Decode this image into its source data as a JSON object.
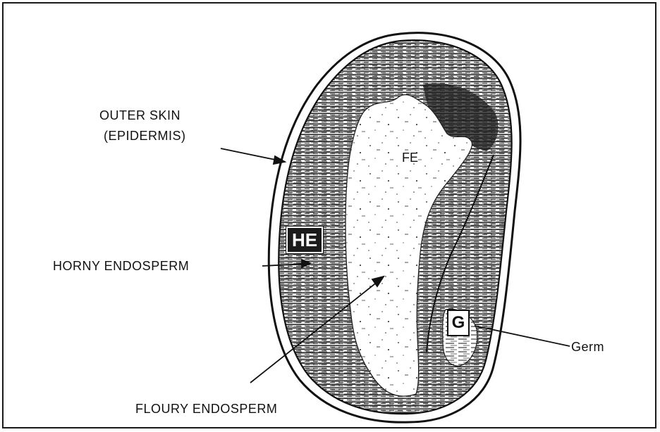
{
  "labels": {
    "outer_skin_line1": "OUTER SKIN",
    "outer_skin_line2": "(EPIDERMIS)",
    "horny_endosperm": "HORNY ENDOSPERM",
    "floury_endosperm": "FLOURY ENDOSPERM",
    "germ": "Germ",
    "fe_marker": "FE",
    "he_marker": "HE",
    "g_marker": "G"
  }
}
